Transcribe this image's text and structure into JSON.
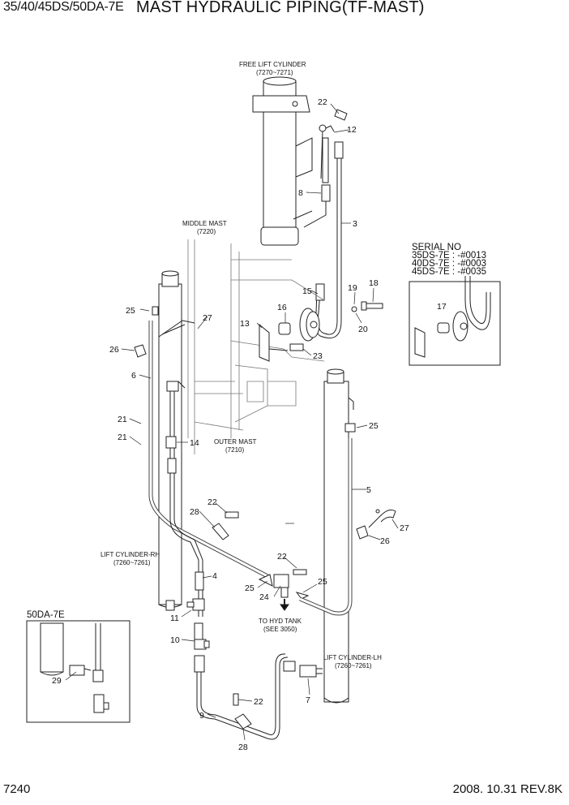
{
  "header": {
    "model": "35/40/45DS/50DA-7E",
    "title": "MAST HYDRAULIC PIPING(TF-MAST)"
  },
  "footer": {
    "page_number": "7240",
    "revision": "2008. 10.31  REV.8K"
  },
  "component_labels": {
    "free_lift_cylinder": "FREE LIFT CYLINDER",
    "free_lift_cylinder_range": "(7270~7271)",
    "middle_mast": "MIDDLE MAST",
    "middle_mast_ref": "(7220)",
    "outer_mast": "OUTER MAST",
    "outer_mast_ref": "(7210)",
    "lift_cylinder_rh": "LIFT CYLINDER-RH",
    "lift_cylinder_rh_range": "(7260~7261)",
    "lift_cylinder_lh": "LIFT CYLINDER-LH",
    "lift_cylinder_lh_range": "(7260~7261)",
    "to_hyd_tank": "TO HYD TANK",
    "to_hyd_tank_ref": "(SEE 3050)"
  },
  "serial_box": {
    "title": "SERIAL NO",
    "lines": [
      "35DS-7E : -#0013",
      "40DS-7E : -#0003",
      "45DS-7E : -#0035"
    ]
  },
  "variant_box": {
    "title": "50DA-7E"
  },
  "part_callouts": {
    "p22a": "22",
    "p12": "12",
    "p8": "8",
    "p3": "3",
    "p15": "15",
    "p19": "19",
    "p18": "18",
    "p20": "20",
    "p16": "16",
    "p13": "13",
    "p23": "23",
    "p25a": "25",
    "p27a": "27",
    "p26a": "26",
    "p6": "6",
    "p21a": "21",
    "p21b": "21",
    "p14": "14",
    "p17": "17",
    "p25b": "25",
    "p5": "5",
    "p27b": "27",
    "p26b": "26",
    "p22b": "22",
    "p28a": "28",
    "p22c": "22",
    "p25c": "25",
    "p25d": "25",
    "p24": "24",
    "p4": "4",
    "p11": "11",
    "p10": "10",
    "p29": "29",
    "p7": "7",
    "p22d": "22",
    "p9": "9",
    "p28b": "28"
  }
}
